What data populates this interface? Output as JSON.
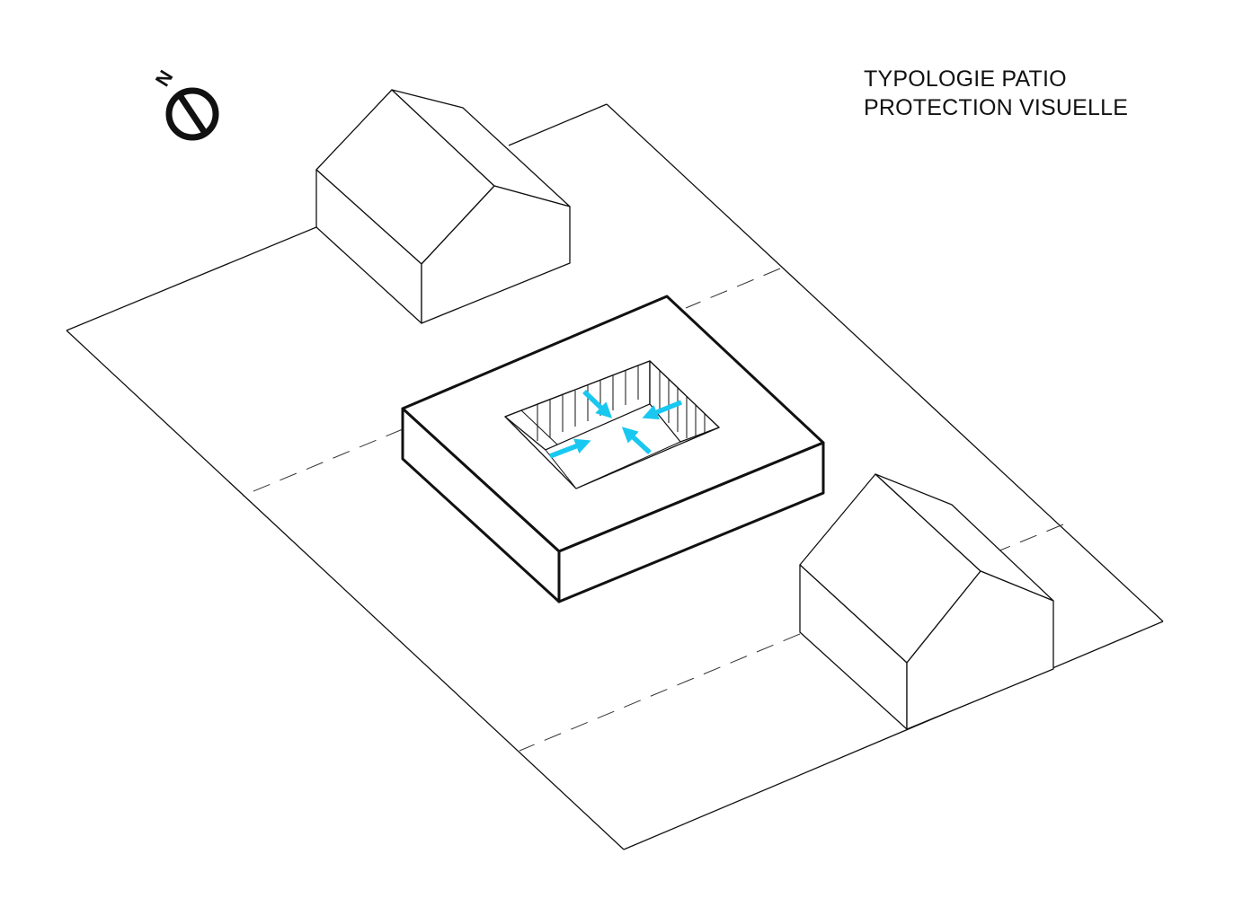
{
  "diagram": {
    "title_line_1": "TYPOLOGIE PATIO",
    "title_line_2": "PROTECTION VISUELLE",
    "north_label": "N",
    "colors": {
      "line": "#111111",
      "arrow": "#19c8f0",
      "background": "#ffffff"
    }
  }
}
